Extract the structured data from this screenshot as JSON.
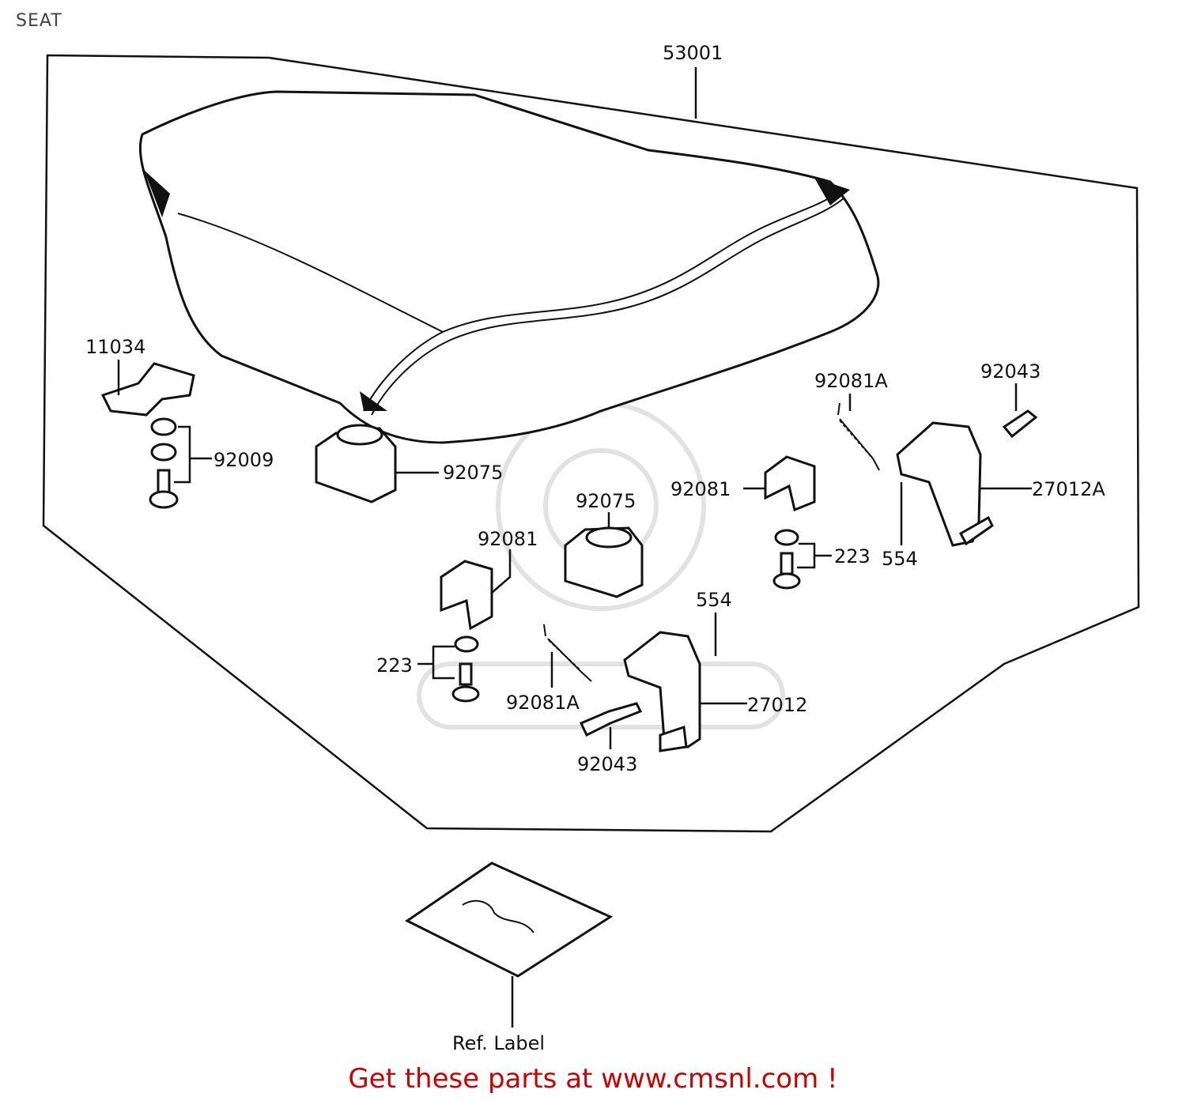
{
  "title": "SEAT",
  "labels": {
    "p53001": "53001",
    "p11034": "11034",
    "p92009": "92009",
    "p92075a": "92075",
    "p92075b": "92075",
    "p92081a": "92081",
    "p92081b": "92081",
    "p92081Aa": "92081A",
    "p92081Ab": "92081A",
    "p92043a": "92043",
    "p92043b": "92043",
    "p27012A": "27012A",
    "p27012": "27012",
    "p554a": "554",
    "p554b": "554",
    "p223a": "223",
    "p223b": "223",
    "refLabel": "Ref. Label"
  },
  "footer": "Get these parts at www.cmsnl.com !"
}
